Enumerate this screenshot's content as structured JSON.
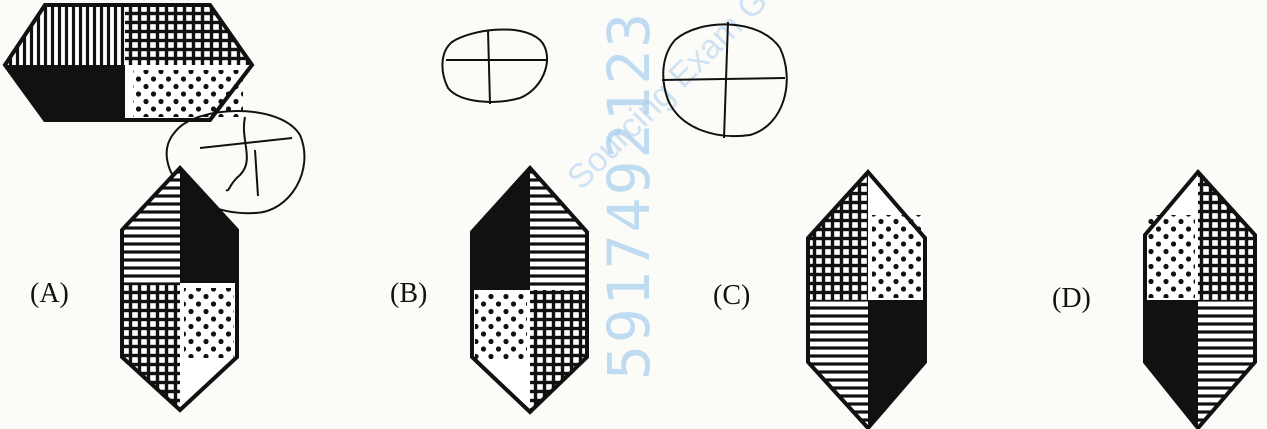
{
  "options": [
    {
      "label": "(A)"
    },
    {
      "label": "(B)"
    },
    {
      "label": "(C)"
    },
    {
      "label": "(D)"
    }
  ],
  "watermark": {
    "number": "5917492123",
    "text": "Sourcing Exam Guide"
  },
  "colors": {
    "ink": "#111111",
    "watermark_blue": "#1a7ed8"
  }
}
